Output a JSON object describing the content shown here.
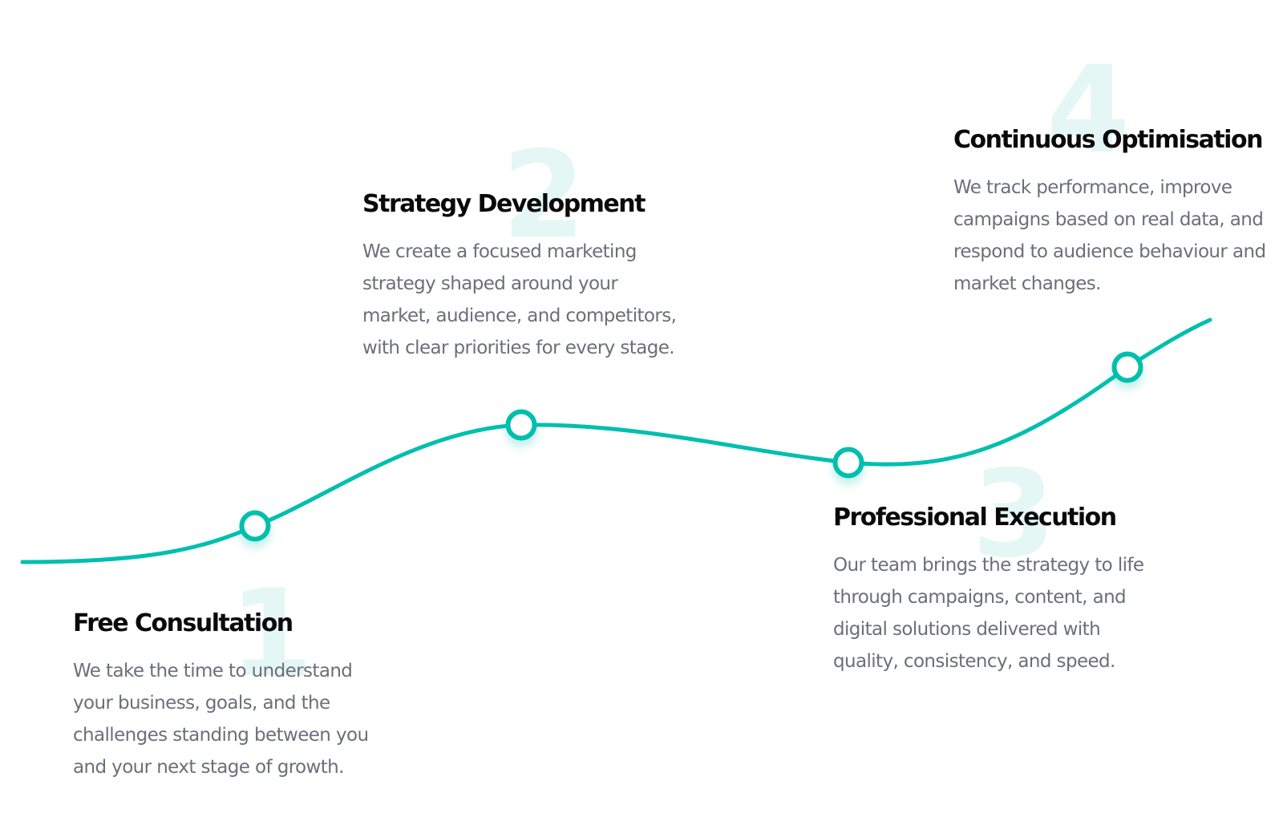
{
  "accent_color": "#00bfae",
  "steps": [
    {
      "number": "1",
      "title": "Free Consultation",
      "description": "We take the time to understand your business, goals, and the challenges standing between you and your next stage of growth."
    },
    {
      "number": "2",
      "title": "Strategy Development",
      "description": "We create a focused marketing strategy shaped around your market, audience, and competitors, with clear priorities for every stage."
    },
    {
      "number": "3",
      "title": "Professional Execution",
      "description": "Our team brings the strategy to life through campaigns, content, and digital solutions delivered with quality, consistency, and speed."
    },
    {
      "number": "4",
      "title": "Continuous Optimisation",
      "description": "We track performance, improve campaigns based on real data, and respond to audience behaviour and market changes."
    }
  ]
}
